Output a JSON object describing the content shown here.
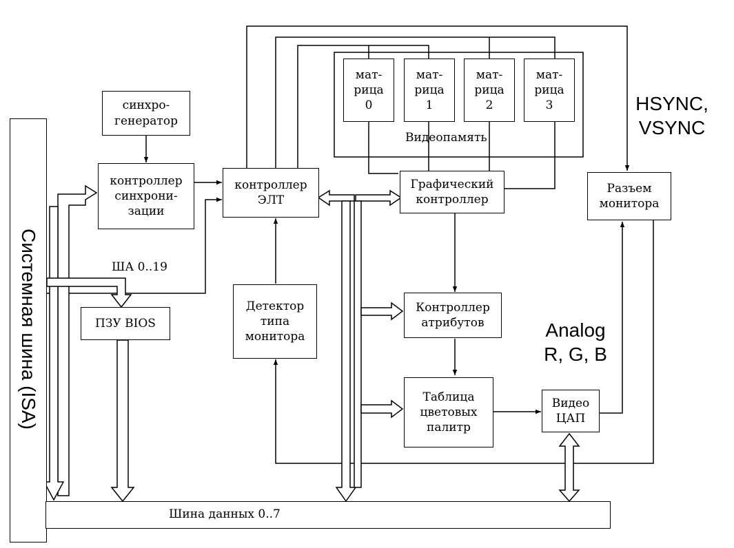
{
  "system_bus": "Системная шина (ISA)",
  "data_bus": "Шина данных 0..7",
  "address_bus": "ША 0..19",
  "sync_generator": "синхро-\nгенератор",
  "sync_controller": "контроллер\nсинхрони-\nзации",
  "crt_controller": "контроллер\nЭЛТ",
  "graphics_controller": "Графический\nконтроллер",
  "attribute_controller": "Контроллер\nатрибутов",
  "palette_table": "Таблица\nцветовых\nпалитр",
  "video_dac": "Видео\nЦАП",
  "monitor_connector": "Разъем\nмонитора",
  "monitor_detector": "Детектор\nтипа\nмонитора",
  "rom_bios": "ПЗУ BIOS",
  "video_memory": "Видеопамять",
  "matrices": [
    "мат-\nрица\n0",
    "мат-\nрица\n1",
    "мат-\nрица\n2",
    "мат-\nрица\n3"
  ],
  "hsync_vsync": "HSYNC,\nVSYNC",
  "analog_rgb": "Analog\nR, G, B",
  "colors": {
    "line": "#000000",
    "background": "#ffffff"
  }
}
